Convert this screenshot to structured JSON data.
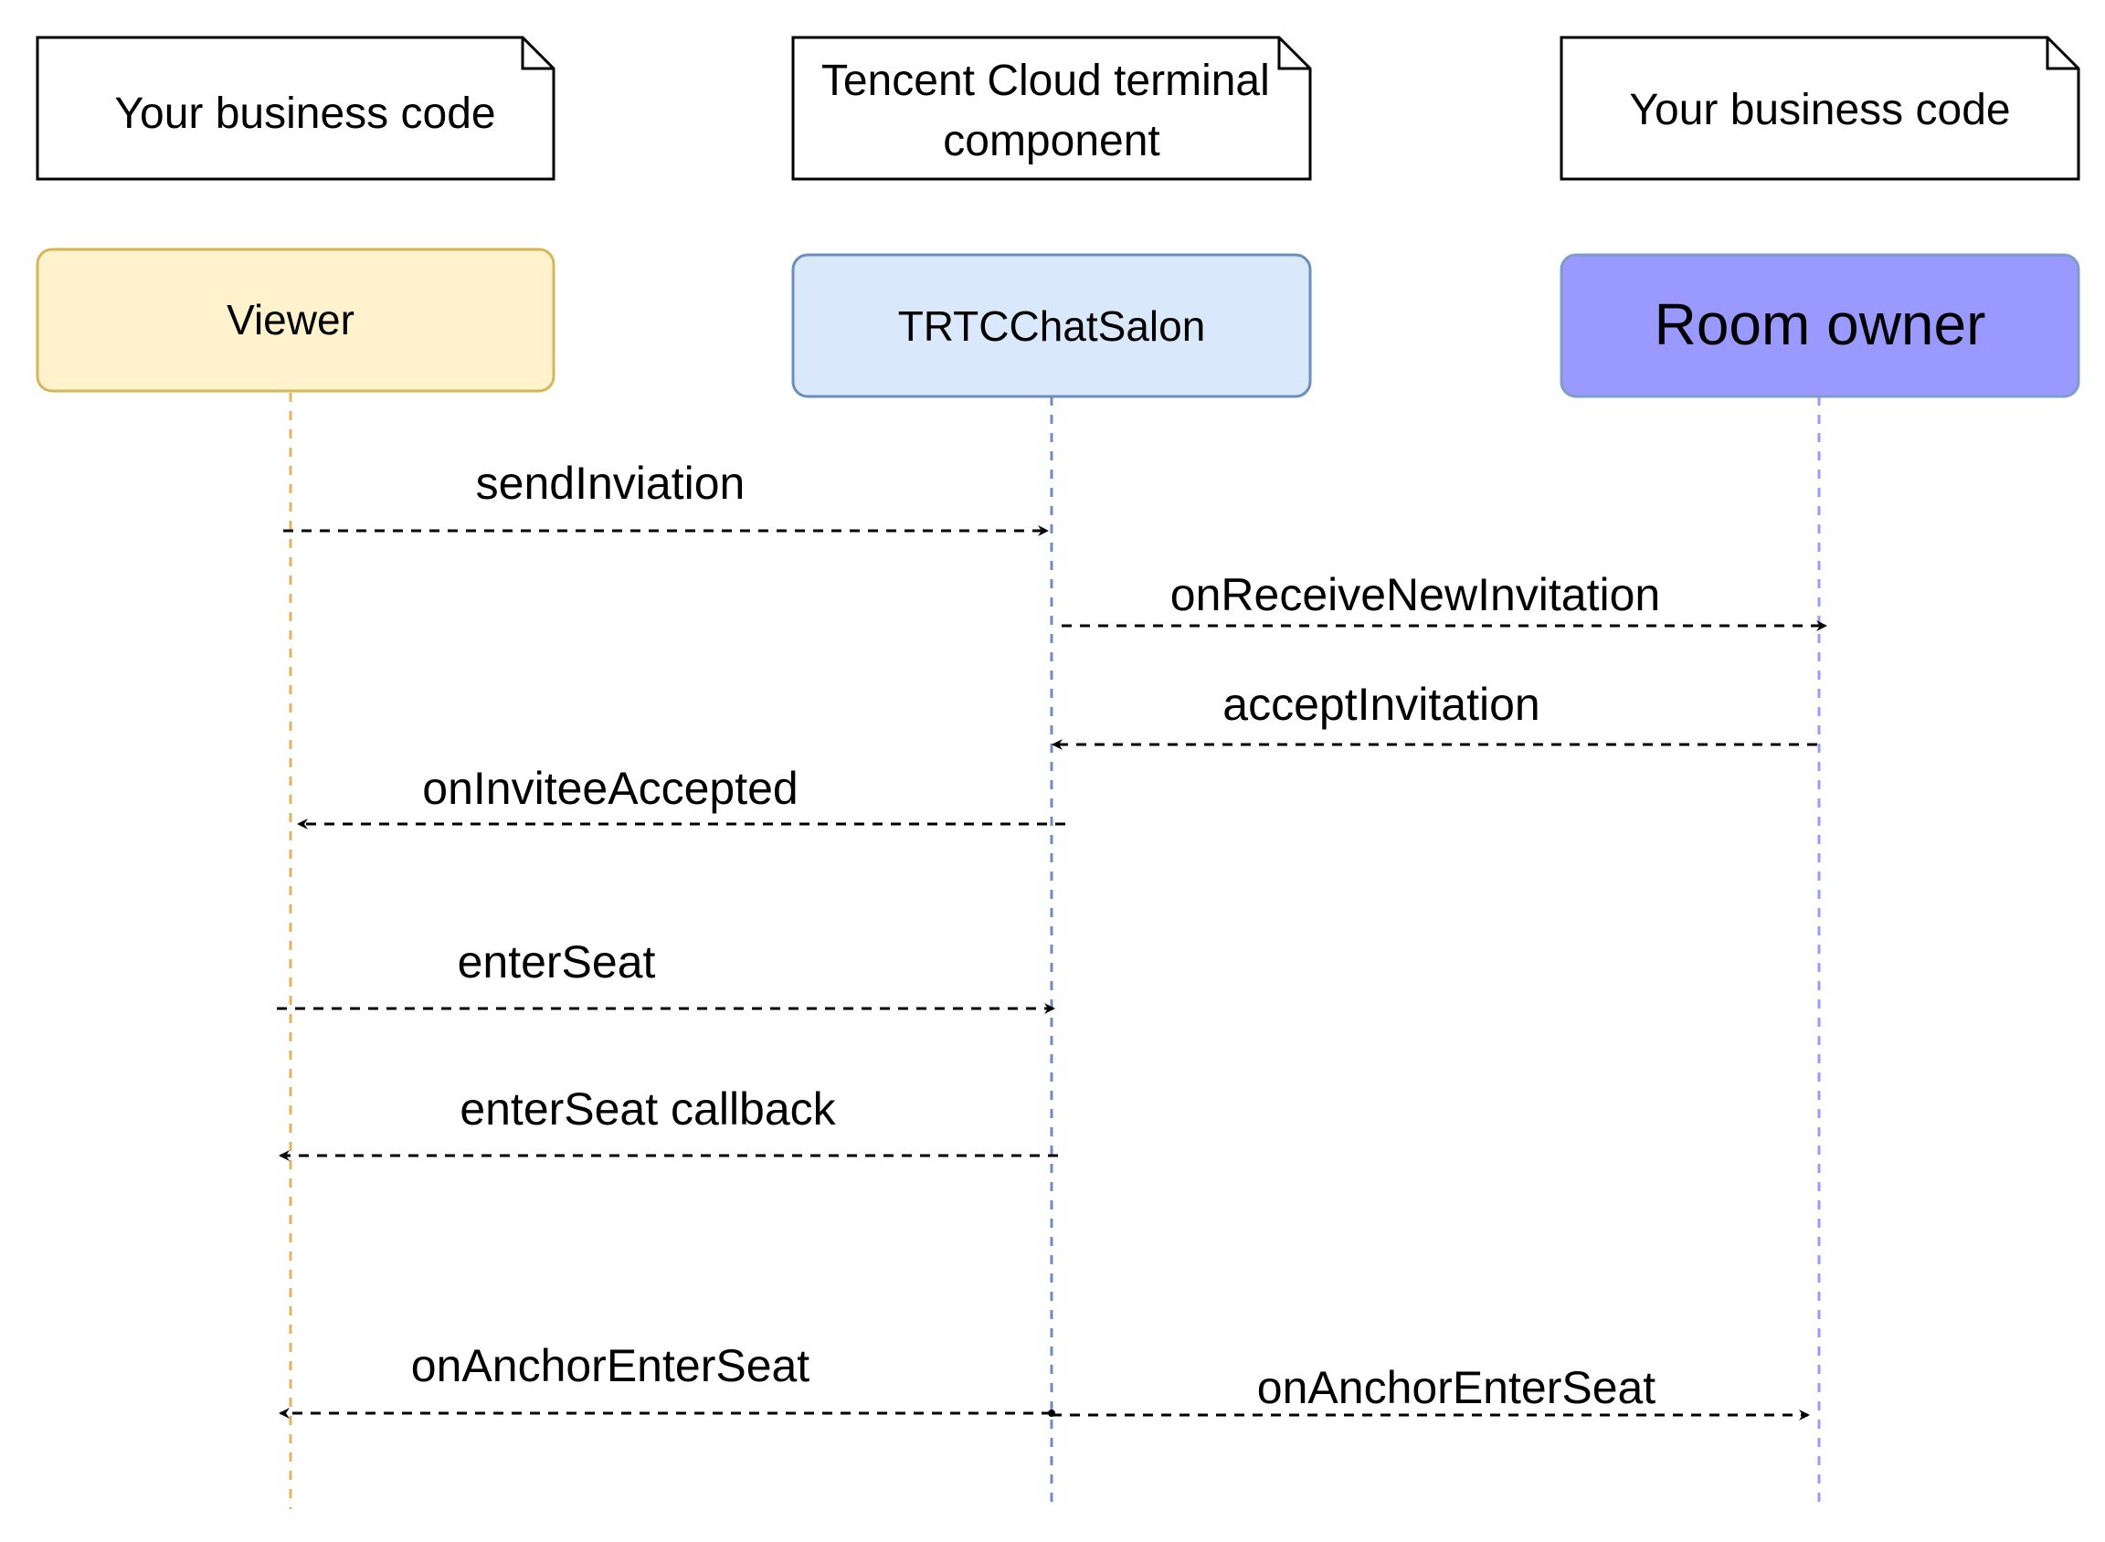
{
  "notes": [
    {
      "id": "note-left",
      "text": [
        "Your business code"
      ]
    },
    {
      "id": "note-middle",
      "text": [
        "Tencent Cloud terminal",
        "component"
      ]
    },
    {
      "id": "note-right",
      "text": [
        "Your business code"
      ]
    }
  ],
  "participants": [
    {
      "id": "viewer",
      "label": "Viewer",
      "fill": "#fff2cc",
      "stroke": "#d6b656",
      "lifeline": "#e1b45c"
    },
    {
      "id": "trtc",
      "label": "TRTCChatSalon",
      "fill": "#dae8fc",
      "stroke": "#6c8ebf",
      "lifeline": "#6c8ebf"
    },
    {
      "id": "owner",
      "label": "Room owner",
      "fill": "#9999ff",
      "stroke": "#7f9cc8",
      "lifeline": "#9999ff"
    }
  ],
  "messages": [
    {
      "id": "send-inviation",
      "label": "sendInviation",
      "from": "viewer",
      "to": "trtc"
    },
    {
      "id": "on-receive-new-invitation",
      "label": "onReceiveNewInvitation",
      "from": "trtc",
      "to": "owner"
    },
    {
      "id": "accept-invitation",
      "label": "acceptInvitation",
      "from": "owner",
      "to": "trtc"
    },
    {
      "id": "on-invitee-accepted",
      "label": "onInviteeAccepted",
      "from": "trtc",
      "to": "viewer"
    },
    {
      "id": "enter-seat",
      "label": "enterSeat",
      "from": "viewer",
      "to": "trtc"
    },
    {
      "id": "enter-seat-callback",
      "label": "enterSeat callback",
      "from": "trtc",
      "to": "viewer"
    },
    {
      "id": "on-anchor-enter-seat-viewer",
      "label": "onAnchorEnterSeat",
      "from": "trtc",
      "to": "viewer"
    },
    {
      "id": "on-anchor-enter-seat-owner",
      "label": "onAnchorEnterSeat",
      "from": "trtc",
      "to": "owner"
    }
  ]
}
